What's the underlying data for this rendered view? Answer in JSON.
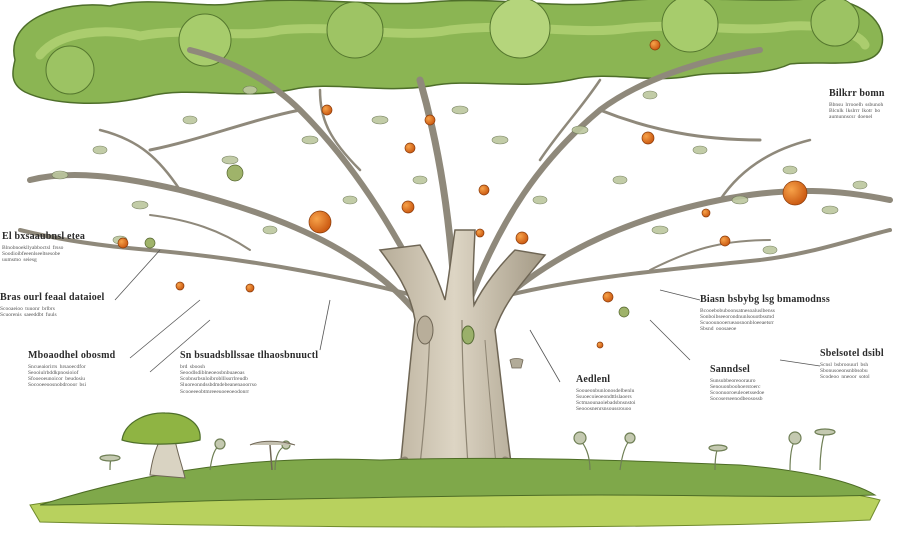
{
  "colors": {
    "canopy_dark": "#7fae4a",
    "canopy_light": "#a9cf6b",
    "trunk": "#cfc6b4",
    "trunk_shade": "#9b917f",
    "branch": "#a7a294",
    "leaf": "#b9c49a",
    "fruit": "#e0741f",
    "grass": "#7da548",
    "ground": "#b5cf5a",
    "mushroom_cap": "#8fb443",
    "callout_line": "#555555"
  },
  "illustration": {
    "subject": "tree-with-branches-fruit-and-mushrooms"
  },
  "callouts": [
    {
      "id": "top-right",
      "title": "Bilkrr bomn",
      "lines": [
        "Bbnsu lrrooelh ssbunoh",
        "Blcnlk lkslrrr lkotr bo",
        "aumunnscsr doenel"
      ]
    },
    {
      "id": "left-upper",
      "title": "El bxsaaubnsl etea",
      "lines": [
        "Blnobnoekllyabboctsl frsso",
        "Soodioibfeeenlseeltsesobe",
        "uumsmo seiesg"
      ]
    },
    {
      "id": "left-middle",
      "title": "Bras ourl feaal dataioel",
      "lines": [
        "Scooaeioo tuuonr brlbrs",
        "Scuorenis saeeddbt fuuls"
      ]
    },
    {
      "id": "left-lower",
      "title": "Mboaodhel obosmd",
      "lines": [
        "Sncueaiorirrs hrsaoecdfor",
        "Seooiulrbddkpnosioiof",
        "Sfooeoeunoicor beudosiu",
        "Socooeeoosnobdrooor bsi"
      ]
    },
    {
      "id": "center-left",
      "title": "Sn bsuadsbllssae tlhaosbnuuctl",
      "lines": [
        "brd sboosh",
        "Seoodlsdiblneoeosbnbuaeoas",
        "Scobnsrbsnloibroblllssrrlreudb",
        "Sluoreonndssbdmdebeanenaoorrso",
        "Scooeeeobtmreeeuoeeoeodonrr"
      ]
    },
    {
      "id": "center",
      "title": "Aedlenl",
      "lines": [
        "Sooueonbunlonosdelbenlu",
        "Ssuoecoieoeondttlslaoers",
        "Sctmaounaoiebadsbnsnstoi",
        "Seooosnenrsnsoussrouoo"
      ]
    },
    {
      "id": "right-middle",
      "title": "Biasn bsbybg lsg bmamodnss",
      "lines": [
        "Bcooebobuboonsatnesoaluslbenss",
        "Sonboibseeorondnunlsouotbssmd",
        "Scuoounooerueaosnonbloeeaetsrr",
        "Sbsnd ooosaeoe"
      ]
    },
    {
      "id": "right-lower",
      "title": "Sanndsel",
      "lines": [
        "Sunsubbeoreoorauro",
        "Senouonboohoerstoerc",
        "Scoonuoroeuleoetssedoe",
        "Socoserseenodbeosossb"
      ]
    },
    {
      "id": "far-right",
      "title": "Sbelsotel dsibl",
      "lines": [
        "Scnsl bsbroouurl bsh",
        "Sbonusoeonsnbbsobu",
        "Scodeoo nneoor sotol"
      ]
    }
  ]
}
